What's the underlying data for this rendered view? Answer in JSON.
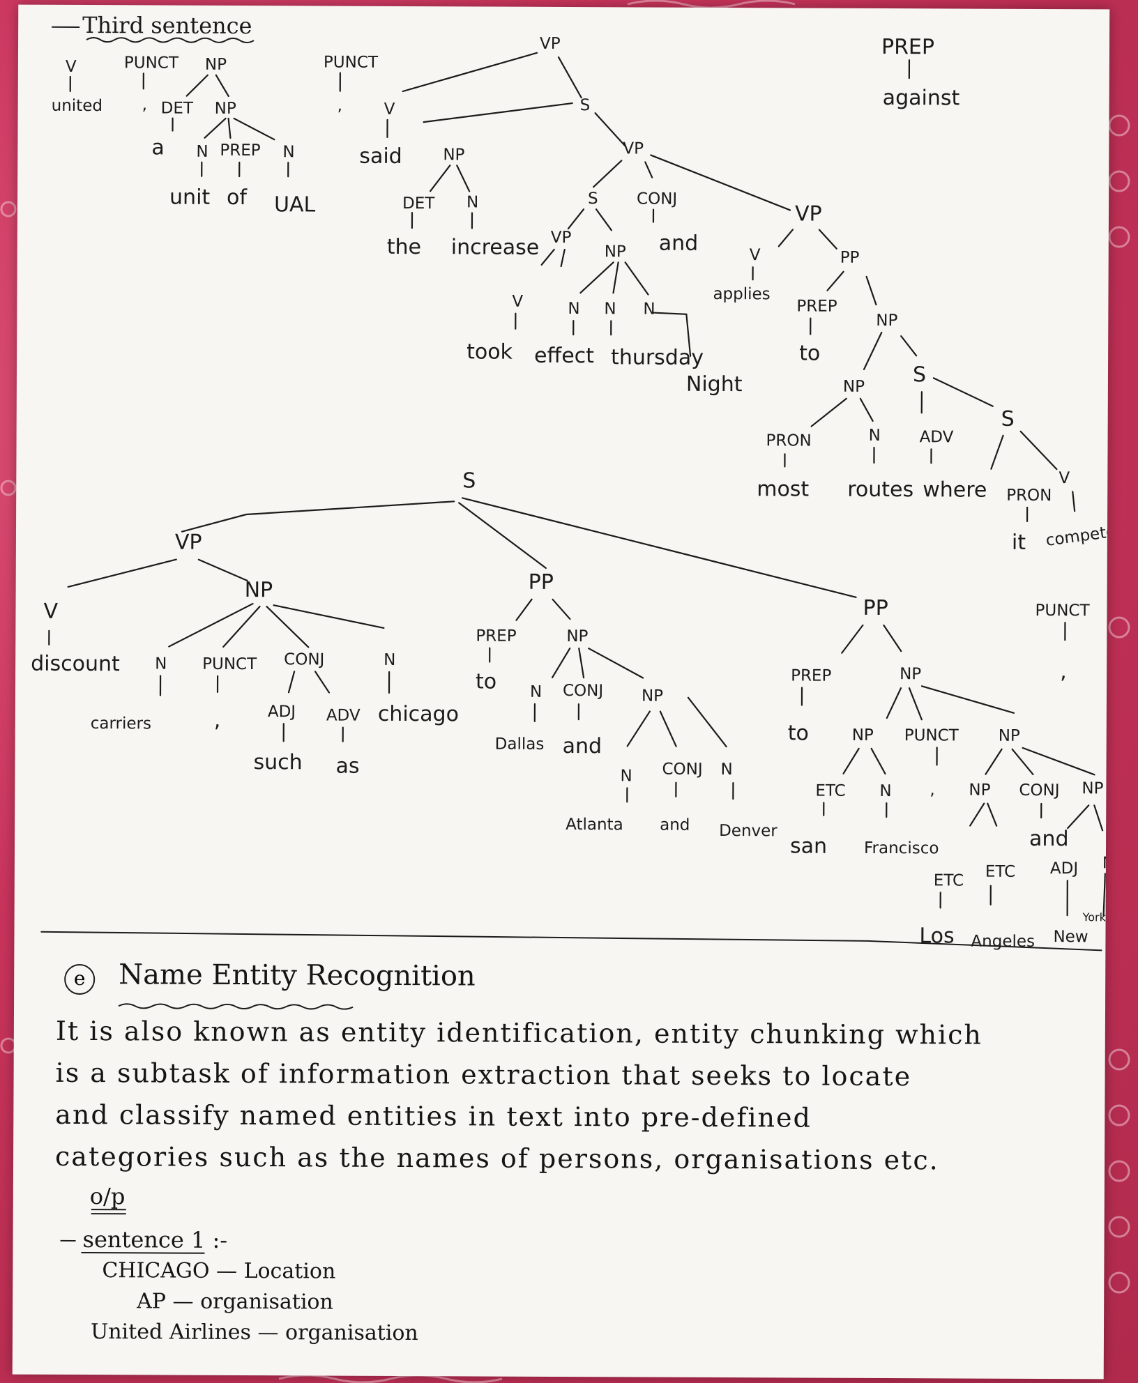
{
  "heading": "Third sentence",
  "tree_labels": {
    "vp_top": "VP",
    "prep_top": "PREP",
    "against": "against",
    "v1": "V",
    "united": "united",
    "punct1": "PUNCT",
    "comma_a": ",",
    "np1": "NP",
    "det1": "DET",
    "a": "a",
    "np2": "NP",
    "n1": "N",
    "prep1": "PREP",
    "n2": "N",
    "unit": "unit",
    "of": "of",
    "ual": "UAL",
    "punct2": "PUNCT",
    "comma_b": ",",
    "v2": "V",
    "said": "said",
    "s1": "S",
    "np3": "NP",
    "det2": "DET",
    "n3": "N",
    "the": "the",
    "increase": "increase",
    "vp2": "VP",
    "s2": "S",
    "conj1": "CONJ",
    "and1": "and",
    "vp3": "VP",
    "v3": "V",
    "took": "took",
    "np4": "NP",
    "n4": "N",
    "n5": "N",
    "n6": "N",
    "effect": "effect",
    "thursday": "thursday",
    "night": "Night",
    "vp4": "VP",
    "v4": "V",
    "applies": "applies",
    "pp1": "PP",
    "prep2": "PREP",
    "to1": "to",
    "np5": "NP",
    "np6": "NP",
    "s3": "S",
    "pron1": "PRON",
    "n7": "N",
    "adv1": "ADV",
    "s4": "S",
    "most": "most",
    "routes": "routes",
    "where": "where",
    "pron2": "PRON",
    "v5": "V",
    "it": "it",
    "competes": "competes",
    "s_root": "S",
    "vp5": "VP",
    "v6": "V",
    "discount": "discount",
    "np7": "NP",
    "n8": "N",
    "punct3": "PUNCT",
    "conj2": "CONJ",
    "n9": "N",
    "carriers": "carriers",
    "comma_c": ",",
    "adj1": "ADJ",
    "adv2": "ADV",
    "chicago": "chicago",
    "such": "such",
    "as": "as",
    "pp2": "PP",
    "prep3": "PREP",
    "np8": "NP",
    "to2": "to",
    "n10": "N",
    "conj3": "CONJ",
    "np9": "NP",
    "dallas": "Dallas",
    "and2": "and",
    "n11": "N",
    "conj4": "CONJ",
    "n12": "N",
    "atlanta": "Atlanta",
    "and3": "and",
    "denver": "Denver",
    "pp3": "PP",
    "punct4": "PUNCT",
    "comma_d": ",",
    "prep4": "PREP",
    "np10": "NP",
    "to3": "to",
    "np11": "NP",
    "punct5": "PUNCT",
    "np12": "NP",
    "etc1": "ETC",
    "n13": "N",
    "comma_e": ",",
    "san": "san",
    "francisco": "Francisco",
    "np13": "NP",
    "conj5": "CONJ",
    "np14": "NP",
    "etc2": "ETC",
    "etc3": "ETC",
    "and4": "and",
    "adj2": "ADJ",
    "n14": "N",
    "los": "Los",
    "angeles": "Angeles",
    "new": "New",
    "york": "York"
  },
  "ner": {
    "number": "e",
    "title": "Name Entity Recognition",
    "lines": [
      "It is also known as entity identification, entity chunking which",
      "is a subtask of information extraction that seeks to locate",
      "and classify named entities in text into pre-defined",
      "categories such as the names of persons, organisations etc."
    ],
    "output_label": "o/p",
    "sentence_label": "sentence 1 :-",
    "entities": [
      {
        "name": "CHICAGO",
        "type": "Location"
      },
      {
        "name": "AP",
        "type": "organisation"
      },
      {
        "name": "United Airlines",
        "type": "organisation"
      }
    ]
  }
}
